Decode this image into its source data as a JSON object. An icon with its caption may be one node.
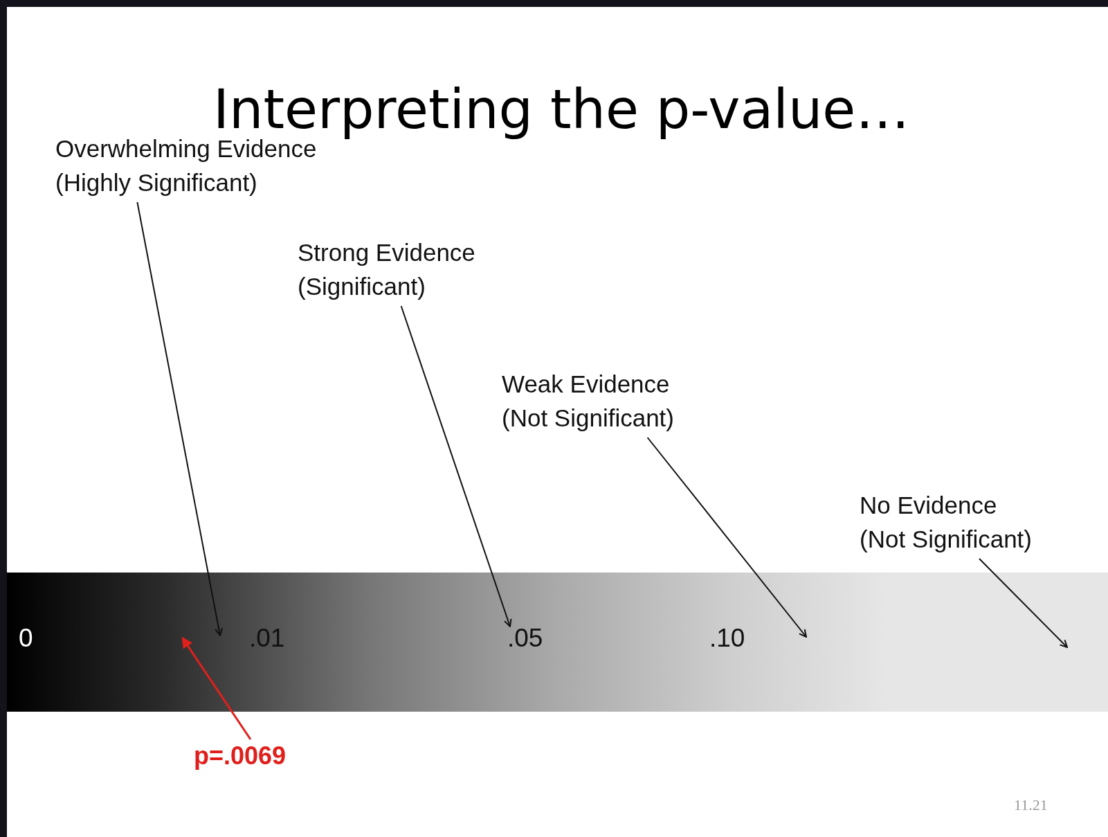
{
  "diagram": {
    "title": "Interpreting the p-value…",
    "nodes": [
      {
        "text": [
          "Overwhelming Evidence (Highly Significant)"
        ]
      },
      {
        "text": [
          "Strong Evidence (Significant)"
        ]
      },
      {
        "text": [
          "Weak Evidence (Not Significant)"
        ]
      },
      {
        "text": [
          "No Evidence (Not Significant)"
        ]
      },
      {
        "text": [
          "0",
          ".01",
          ".05",
          ".10"
        ]
      },
      {
        "text": [
          "p=.0069"
        ]
      }
    ],
    "edges": [
      {
        "from": 0,
        "to": 4,
        "arrow": "to"
      },
      {
        "from": 1,
        "to": 4,
        "arrow": "to"
      },
      {
        "from": 2,
        "to": 4,
        "arrow": "to"
      },
      {
        "from": 3,
        "to": 4,
        "arrow": "to"
      },
      {
        "from": 5,
        "to": 4,
        "arrow": "to",
        "color": "#e0201c"
      }
    ],
    "labels": [
      "11.21"
    ]
  }
}
